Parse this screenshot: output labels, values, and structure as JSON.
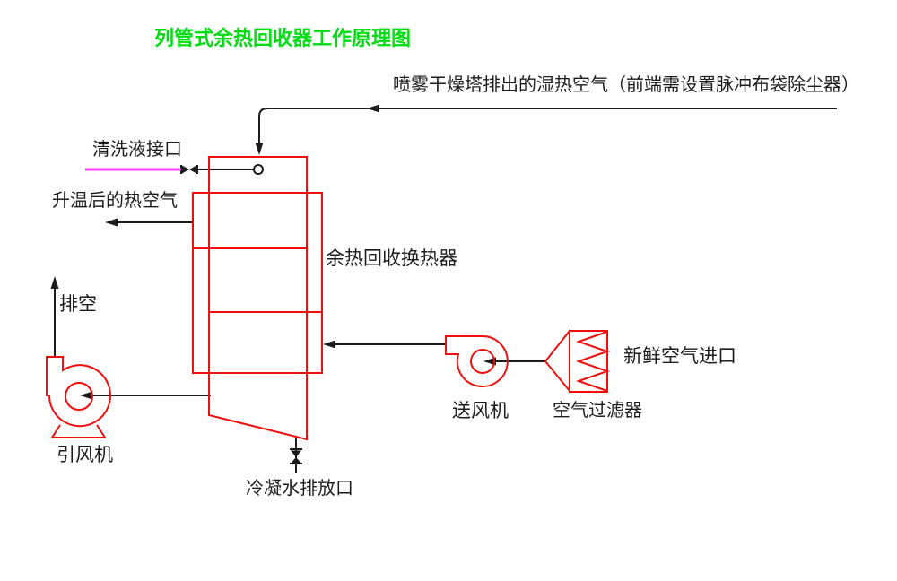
{
  "title": {
    "text": "列管式余热回收器工作原理图"
  },
  "labels": {
    "humid_air_inlet": "喷雾干燥塔排出的湿热空气（前端需设置脉冲布袋除尘器）",
    "cleaning_liquid_port": "清洗液接口",
    "heated_air_outlet": "升温后的热空气",
    "exhaust_vent": "排空",
    "induced_draft_fan": "引风机",
    "heat_exchanger": "余热回收换热器",
    "condensate_drain": "冷凝水排放口",
    "forced_draft_fan": "送风机",
    "air_filter": "空气过滤器",
    "fresh_air_inlet": "新鲜空气进口"
  },
  "colors": {
    "title_green": "#00dd11",
    "diagram_red": "#f20d0d",
    "pipe_magenta": "#ff3dff",
    "line_black": "#1c1c1c"
  }
}
